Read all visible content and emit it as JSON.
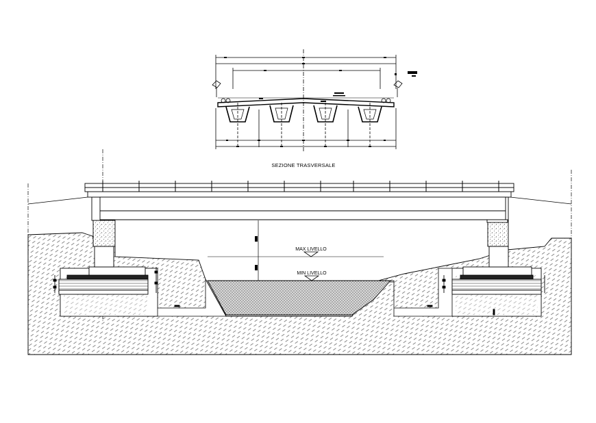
{
  "section_title": "SEZIONE TRASVERSALE",
  "water_levels": {
    "max_label": "MAX LIVELLO",
    "min_label": "MIN LIVELLO"
  },
  "colors": {
    "ink": "#000000",
    "paper": "#ffffff",
    "hatch": "#555555"
  }
}
